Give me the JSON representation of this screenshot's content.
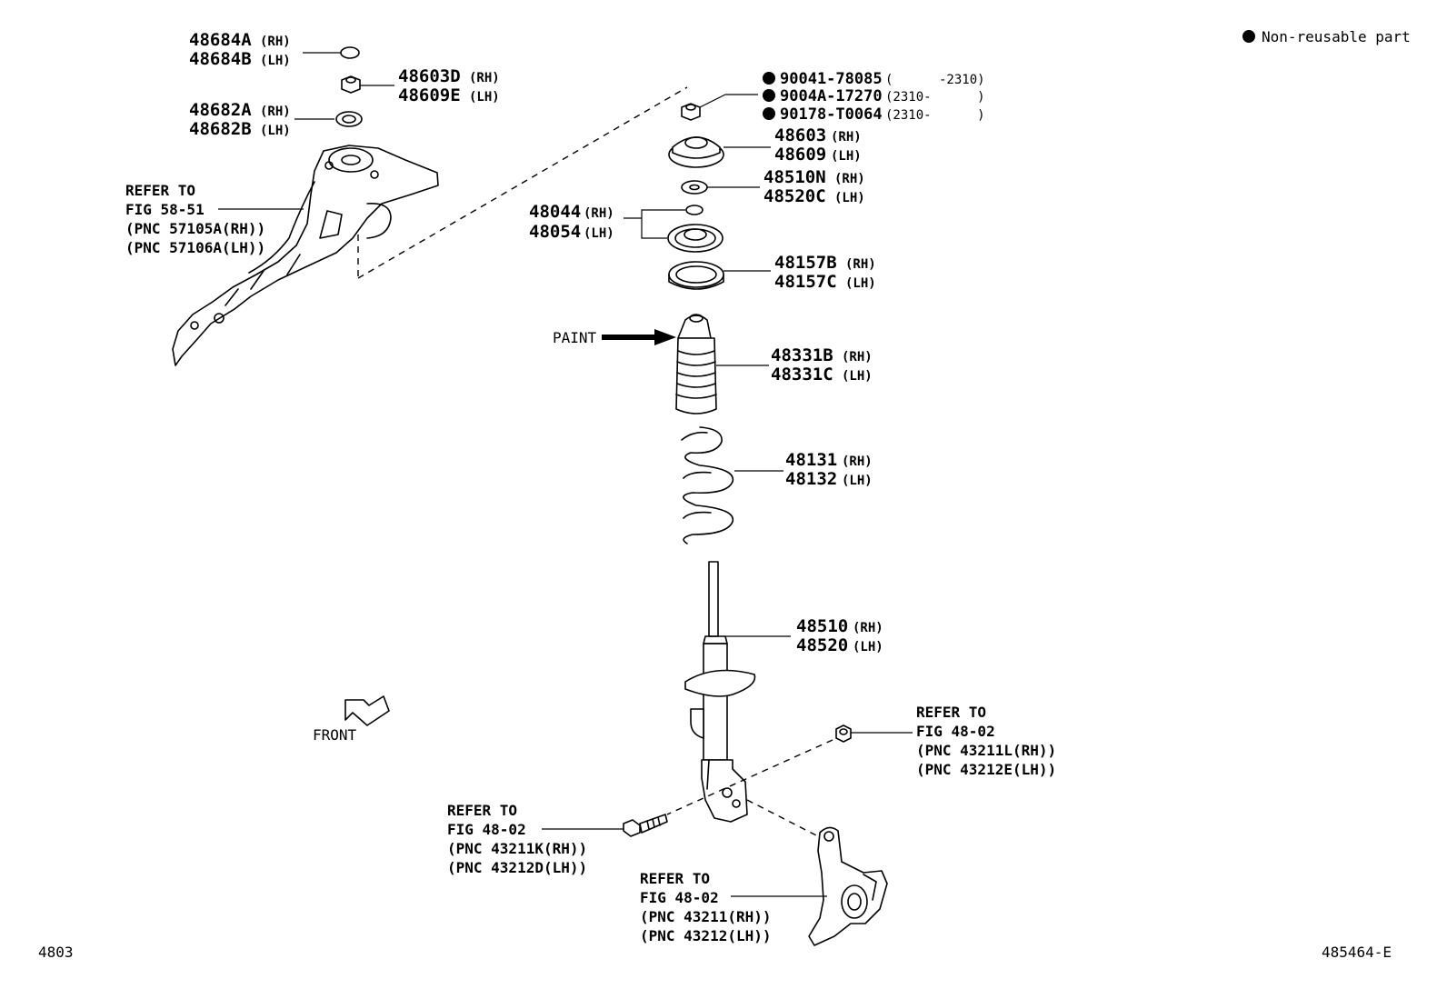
{
  "legend": {
    "text": "Non-reusable part"
  },
  "labels": {
    "p48684": {
      "a": "48684A",
      "a_side": "(RH)",
      "b": "48684B",
      "b_side": "(LH)"
    },
    "p48603d": {
      "a": "48603D",
      "a_side": "(RH)",
      "b": "48609E",
      "b_side": "(LH)"
    },
    "p48682": {
      "a": "48682A",
      "a_side": "(RH)",
      "b": "48682B",
      "b_side": "(LH)"
    },
    "p90041": {
      "num": "90041-78085",
      "range": "(      -2310)"
    },
    "p9004a": {
      "num": "9004A-17270",
      "range": "(2310-      )"
    },
    "p90178": {
      "num": "90178-T0064",
      "range": "(2310-      )"
    },
    "p48603": {
      "a": "48603",
      "a_side": "(RH)",
      "b": "48609",
      "b_side": "(LH)"
    },
    "p48510n": {
      "a": "48510N",
      "a_side": "(RH)",
      "b": "48520C",
      "b_side": "(LH)"
    },
    "p48044": {
      "a": "48044",
      "a_side": "(RH)",
      "b": "48054",
      "b_side": "(LH)"
    },
    "p48157": {
      "a": "48157B",
      "a_side": "(RH)",
      "b": "48157C",
      "b_side": "(LH)"
    },
    "p48331": {
      "a": "48331B",
      "a_side": "(RH)",
      "b": "48331C",
      "b_side": "(LH)"
    },
    "p48131": {
      "a": "48131",
      "a_side": "(RH)",
      "b": "48132",
      "b_side": "(LH)"
    },
    "p48510": {
      "a": "48510",
      "a_side": "(RH)",
      "b": "48520",
      "b_side": "(LH)"
    },
    "paint": "PAINT",
    "front": "FRONT"
  },
  "refs": {
    "fig5851": {
      "l1": "REFER TO",
      "l2": "FIG 58-51",
      "l3": "(PNC 57105A(RH))",
      "l4": "(PNC 57106A(LH))"
    },
    "fig4802_nut": {
      "l1": "REFER TO",
      "l2": "FIG 48-02",
      "l3": "(PNC 43211L(RH))",
      "l4": "(PNC 43212E(LH))"
    },
    "fig4802_bolt": {
      "l1": "REFER TO",
      "l2": "FIG 48-02",
      "l3": "(PNC 43211K(RH))",
      "l4": "(PNC 43212D(LH))"
    },
    "fig4802_knuckle": {
      "l1": "REFER TO",
      "l2": "FIG 48-02",
      "l3": "(PNC 43211(RH))",
      "l4": "(PNC 43212(LH))"
    }
  },
  "footer": {
    "left": "4803",
    "right": "485464-E"
  }
}
